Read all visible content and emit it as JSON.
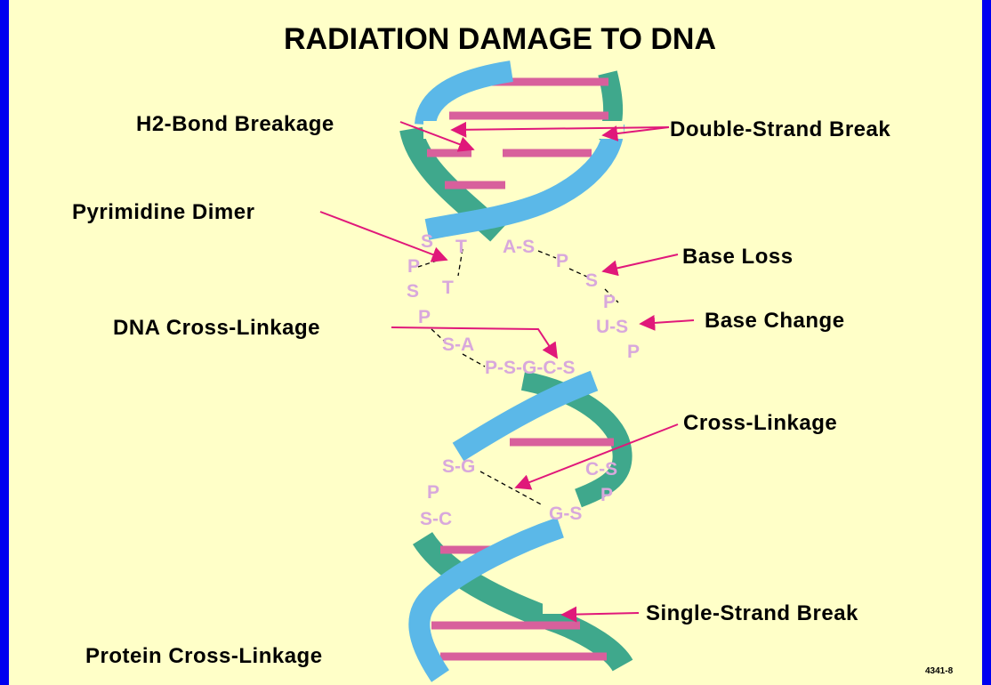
{
  "title": "RADIATION DAMAGE TO DNA",
  "labels": {
    "h2_bond": "H2-Bond Breakage",
    "double_strand": "Double-Strand Break",
    "pyrimidine": "Pyrimidine Dimer",
    "base_loss": "Base Loss",
    "dna_cross": "DNA Cross-Linkage",
    "base_change": "Base Change",
    "cross": "Cross-Linkage",
    "single_strand": "Single-Strand Break",
    "protein_cross": "Protein Cross-Linkage"
  },
  "figure_id": "4341-8",
  "sequence": {
    "s1": "S",
    "t1": "T",
    "a1": "A-S",
    "p1": "P",
    "p2": "P",
    "s2": "S",
    "s3": "S",
    "t2": "T",
    "p3": "P",
    "p4": "P",
    "us": "U-S",
    "sa": "S-A",
    "p5": "P",
    "psgcs": "P-S-G-C-S",
    "sg": "S-G",
    "cs": "C-S",
    "p6": "P",
    "p7": "P",
    "gs": "G-S",
    "sc": "S-C"
  },
  "colors": {
    "background_border": "#0000f0",
    "panel": "#ffffc8",
    "strand_blue": "#5bb8e8",
    "strand_green": "#3fa88c",
    "base_pair": "#d8609c",
    "arrow": "#e0187a",
    "sequence_text": "#d8a8dc"
  }
}
